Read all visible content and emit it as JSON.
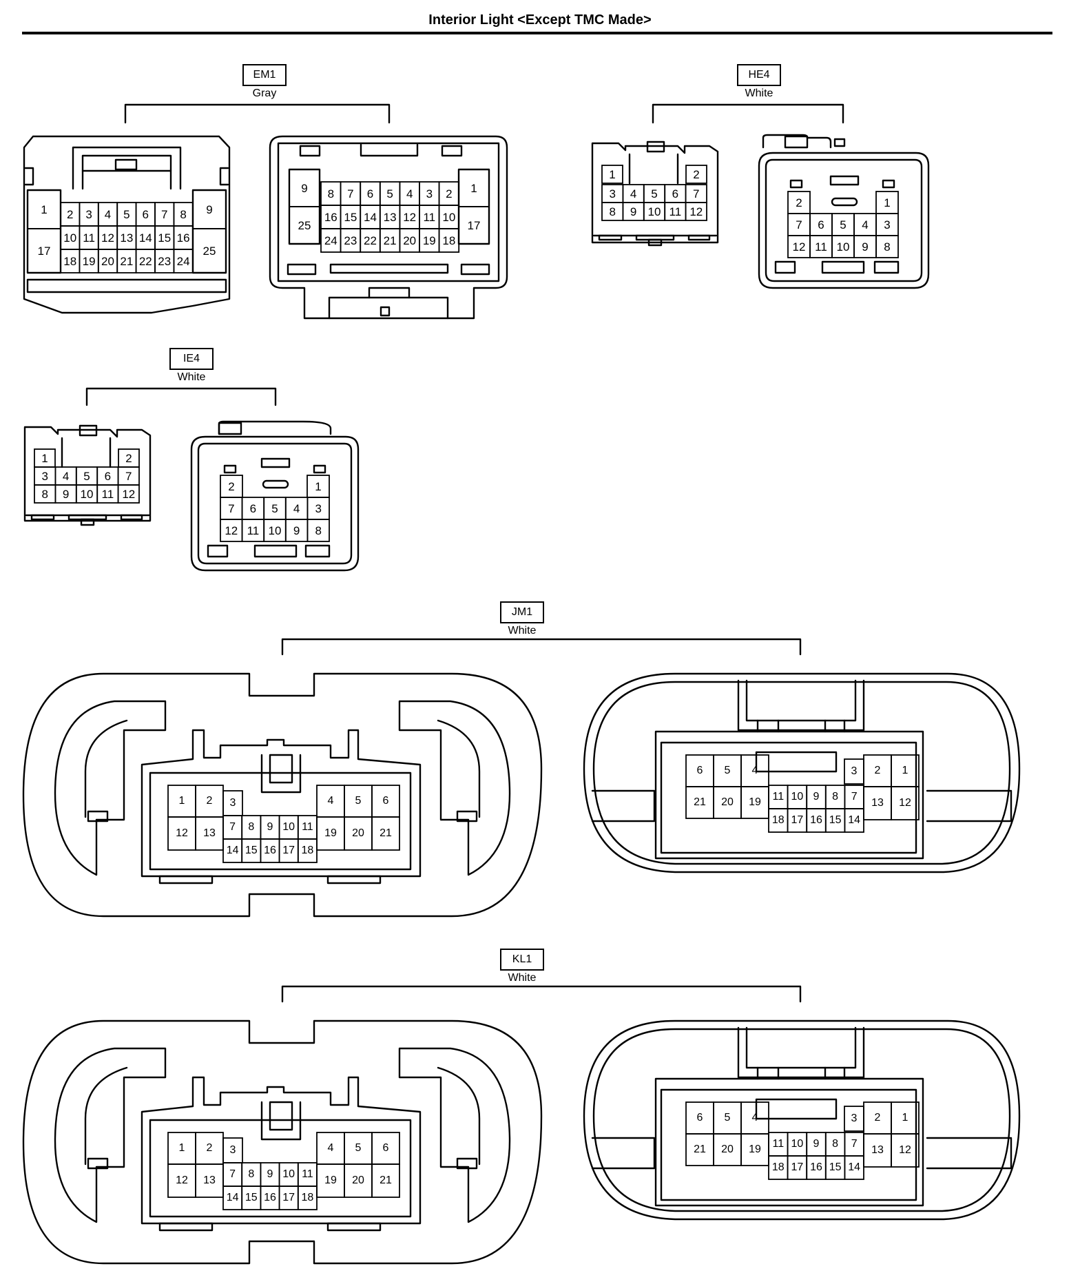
{
  "title": "Interior Light <Except TMC Made>",
  "connectors": {
    "em1": {
      "code": "EM1",
      "color": "Gray",
      "female_pins": [
        "1",
        "2",
        "3",
        "4",
        "5",
        "6",
        "7",
        "8",
        "9",
        "10",
        "11",
        "12",
        "13",
        "14",
        "15",
        "16",
        "17",
        "18",
        "19",
        "20",
        "21",
        "22",
        "23",
        "24",
        "25"
      ],
      "male_pins": [
        "1",
        "2",
        "3",
        "4",
        "5",
        "6",
        "7",
        "8",
        "9",
        "10",
        "11",
        "12",
        "13",
        "14",
        "15",
        "16",
        "17",
        "18",
        "19",
        "20",
        "21",
        "22",
        "23",
        "24",
        "25"
      ]
    },
    "he4": {
      "code": "HE4",
      "color": "White",
      "female_pins": [
        "1",
        "2",
        "3",
        "4",
        "5",
        "6",
        "7",
        "8",
        "9",
        "10",
        "11",
        "12"
      ],
      "male_pins": [
        "1",
        "2",
        "3",
        "4",
        "5",
        "6",
        "7",
        "8",
        "9",
        "10",
        "11",
        "12"
      ]
    },
    "ie4": {
      "code": "IE4",
      "color": "White",
      "female_pins": [
        "1",
        "2",
        "3",
        "4",
        "5",
        "6",
        "7",
        "8",
        "9",
        "10",
        "11",
        "12"
      ],
      "male_pins": [
        "1",
        "2",
        "3",
        "4",
        "5",
        "6",
        "7",
        "8",
        "9",
        "10",
        "11",
        "12"
      ]
    },
    "jm1": {
      "code": "JM1",
      "color": "White",
      "female_pins": [
        "1",
        "2",
        "3",
        "4",
        "5",
        "6",
        "7",
        "8",
        "9",
        "10",
        "11",
        "12",
        "13",
        "14",
        "15",
        "16",
        "17",
        "18",
        "19",
        "20",
        "21"
      ],
      "male_pins": [
        "1",
        "2",
        "3",
        "4",
        "5",
        "6",
        "7",
        "8",
        "9",
        "10",
        "11",
        "12",
        "13",
        "14",
        "15",
        "16",
        "17",
        "18",
        "19",
        "20",
        "21"
      ]
    },
    "kl1": {
      "code": "KL1",
      "color": "White",
      "female_pins": [
        "1",
        "2",
        "3",
        "4",
        "5",
        "6",
        "7",
        "8",
        "9",
        "10",
        "11",
        "12",
        "13",
        "14",
        "15",
        "16",
        "17",
        "18",
        "19",
        "20",
        "21"
      ],
      "male_pins": [
        "1",
        "2",
        "3",
        "4",
        "5",
        "6",
        "7",
        "8",
        "9",
        "10",
        "11",
        "12",
        "13",
        "14",
        "15",
        "16",
        "17",
        "18",
        "19",
        "20",
        "21"
      ]
    }
  }
}
